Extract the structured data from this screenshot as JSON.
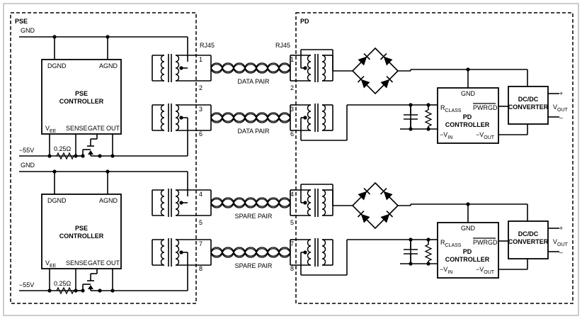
{
  "sections": {
    "pse": "PSE",
    "pd": "PD"
  },
  "rj45": {
    "left": "RJ45",
    "right": "RJ45"
  },
  "pse": {
    "gnd": "GND",
    "dgnd": "DGND",
    "agnd": "AGND",
    "title1": "PSE",
    "title2": "CONTROLLER",
    "vee": "V",
    "vee_sub": "EE",
    "sense": "SENSE",
    "gate": "GATE",
    "out": "OUT",
    "neg55": "−55V",
    "resistor": "0.25Ω"
  },
  "pd": {
    "gnd": "GND",
    "rclass": "R",
    "rclass_sub": "CLASS",
    "pwrgd": "PWRGD",
    "title1": "PD",
    "title2": "CONTROLLER",
    "vin": "−V",
    "vin_sub": "IN",
    "vout": "−V",
    "vout_sub": "OUT"
  },
  "dcdc": {
    "line1": "DC/DC",
    "line2": "CONVERTER"
  },
  "output": {
    "v": "V",
    "sub": "OUT",
    "plus": "+",
    "minus": "–"
  },
  "pairs": {
    "data": "DATA PAIR",
    "spare": "SPARE PAIR"
  },
  "pins": [
    "1",
    "2",
    "3",
    "6",
    "4",
    "5",
    "7",
    "8"
  ]
}
